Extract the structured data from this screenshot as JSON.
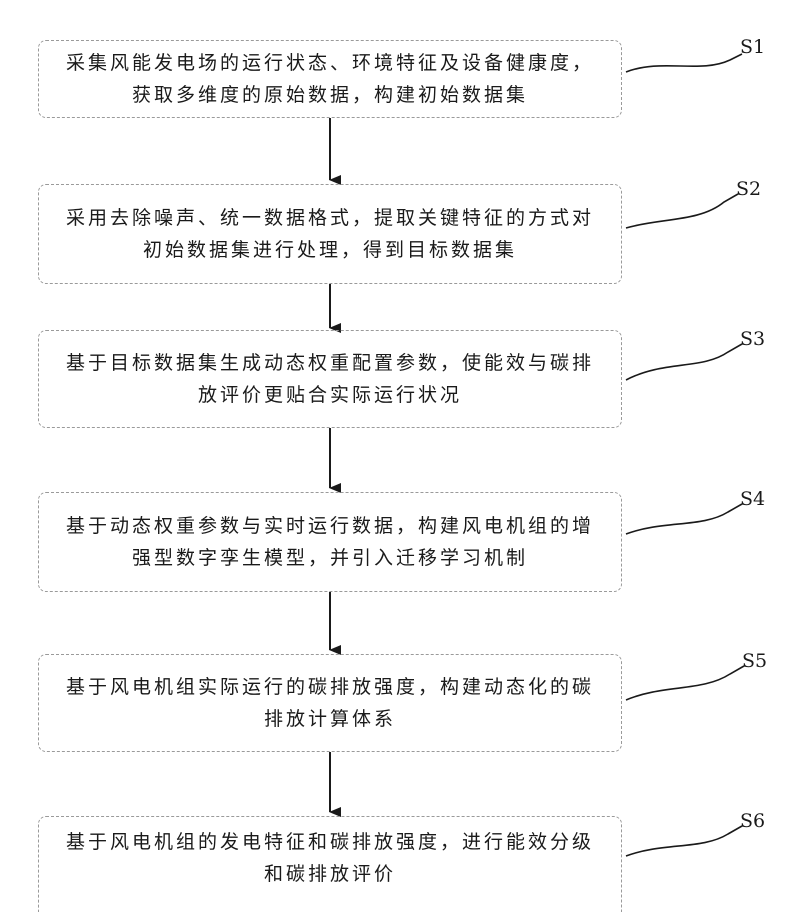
{
  "steps": [
    {
      "id": "S1",
      "text": "采集风能发电场的运行状态、环境特征及设备健康度，获取多维度的原始数据，构建初始数据集"
    },
    {
      "id": "S2",
      "text": "采用去除噪声、统一数据格式，提取关键特征的方式对初始数据集进行处理，得到目标数据集"
    },
    {
      "id": "S3",
      "text": "基于目标数据集生成动态权重配置参数，使能效与碳排放评价更贴合实际运行状况"
    },
    {
      "id": "S4",
      "text": "基于动态权重参数与实时运行数据，构建风电机组的增强型数字孪生模型，并引入迁移学习机制"
    },
    {
      "id": "S5",
      "text": "基于风电机组实际运行的碳排放强度，构建动态化的碳排放计算体系"
    },
    {
      "id": "S6",
      "text": "基于风电机组的发电特征和碳排放强度，进行能效分级和碳排放评价"
    }
  ]
}
